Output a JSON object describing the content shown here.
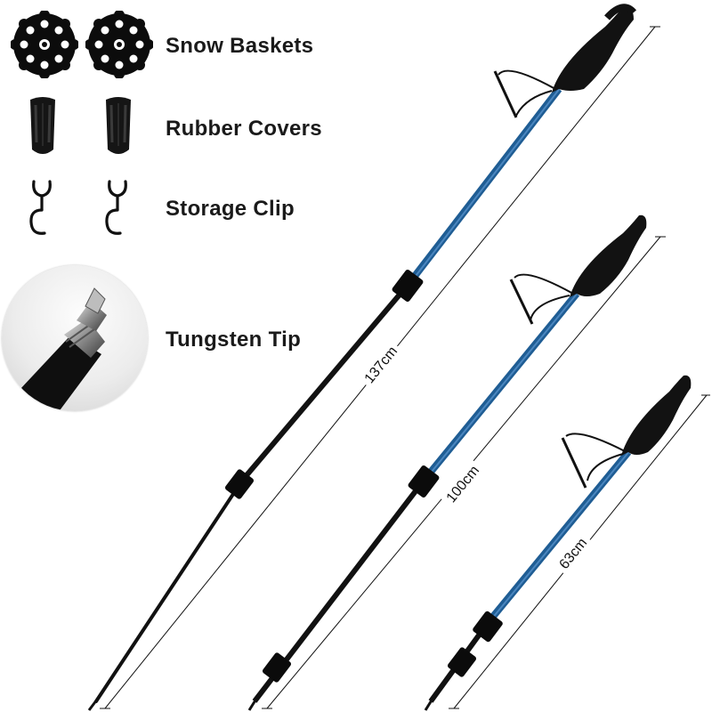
{
  "accessories": {
    "snow_baskets": {
      "label": "Snow Baskets",
      "icon": "snow-basket-icon"
    },
    "rubber_covers": {
      "label": "Rubber Covers",
      "icon": "rubber-cover-icon"
    },
    "storage_clip": {
      "label": "Storage Clip",
      "icon": "storage-clip-icon"
    },
    "tungsten_tip": {
      "label": "Tungsten Tip",
      "icon": "tungsten-tip-icon"
    }
  },
  "poles": [
    {
      "length_label": "137cm"
    },
    {
      "length_label": "100cm"
    },
    {
      "length_label": "63cm"
    }
  ],
  "colors": {
    "shaft_blue": "#1f5d94",
    "shaft_black": "#111111",
    "grip": "#121212",
    "text": "#1a1a1a"
  }
}
